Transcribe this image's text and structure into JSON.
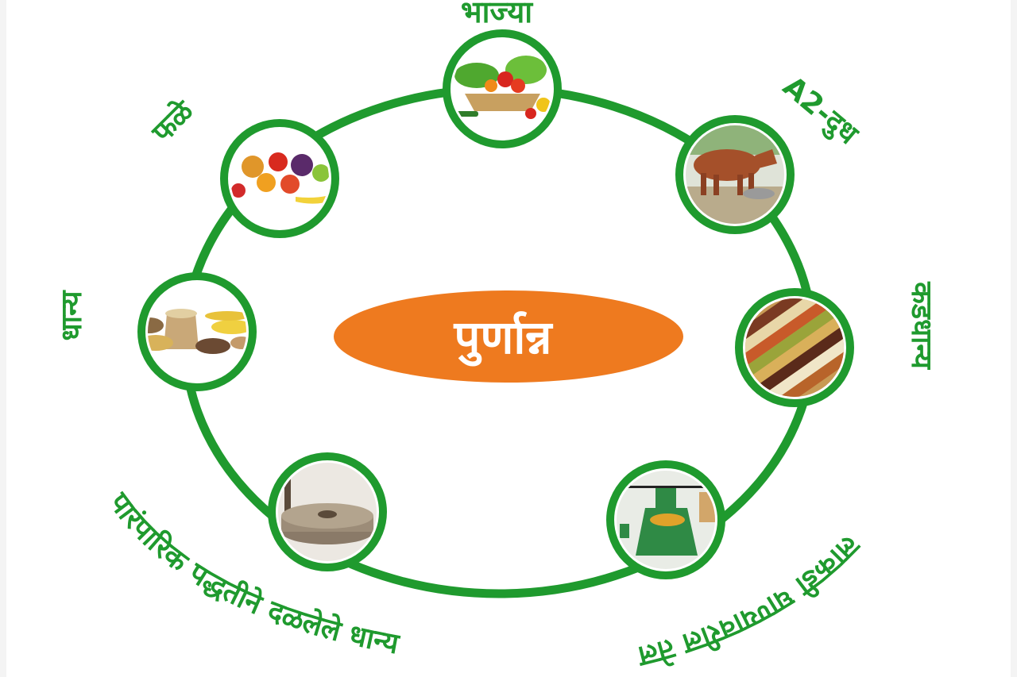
{
  "center": {
    "title": "पुर्णान्न",
    "color": "#ee7a1f"
  },
  "ring_color": "#1f9a2e",
  "nodes": [
    {
      "label": "भाज्या",
      "icon": "vegetables-basket-icon"
    },
    {
      "label": "A2-दुध",
      "icon": "cow-icon"
    },
    {
      "label": "कडधान्य",
      "icon": "pulses-icon"
    },
    {
      "label": "लाकडी घाण्यावरील तेल",
      "icon": "oil-press-icon"
    },
    {
      "label": "पारंपारिक पद्धतीने दळलेले धान्य",
      "icon": "stone-grinder-icon"
    },
    {
      "label": "धान्य",
      "icon": "grains-icon"
    },
    {
      "label": "फळे",
      "icon": "fruits-icon"
    }
  ]
}
